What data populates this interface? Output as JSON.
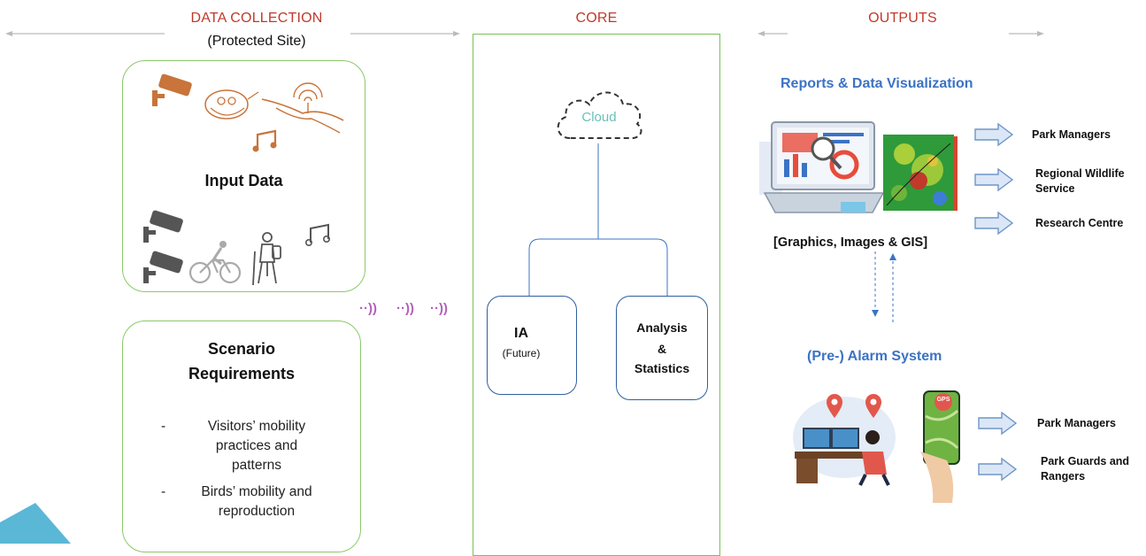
{
  "sections": {
    "data_collection": "DATA COLLECTION",
    "protected_site": "(Protected Site)",
    "core": "CORE",
    "outputs": "OUTPUTS"
  },
  "input_box": {
    "title": "Input Data"
  },
  "scenario": {
    "title_line1": "Scenario",
    "title_line2": "Requirements",
    "items": [
      {
        "dash": "-",
        "lines": [
          "Visitors’ mobility",
          "practices and",
          "patterns"
        ]
      },
      {
        "dash": "-",
        "lines": [
          "Birds’ mobility and",
          "reproduction"
        ]
      }
    ]
  },
  "wifi_signal": "··))",
  "core": {
    "cloud": "Cloud",
    "ia": {
      "title": "IA",
      "subtitle": "(Future)"
    },
    "analysis": {
      "line1": "Analysis",
      "line2": "&",
      "line3": "Statistics"
    }
  },
  "reports": {
    "title": "Reports & Data Visualization",
    "caption": "[Graphics, Images & GIS]",
    "targets": [
      "Park Managers",
      "Regional Wildlife Service",
      "Research Centre"
    ]
  },
  "alarm": {
    "title": "(Pre-) Alarm System",
    "gps_label": "GPS",
    "targets": [
      "Park Managers",
      "Park Guards and Rangers"
    ]
  },
  "colors": {
    "header_red": "#c0392b",
    "green_border": "#8bc96a",
    "blue_border": "#2f5f9e",
    "blue_title": "#3b73c4",
    "icon_orange": "#c8743a",
    "icon_gray": "#777777",
    "wifi_purple": "#b35fb8",
    "arrow_blue": "#9bb8df"
  },
  "icons": [
    "camera-icon",
    "bird-icon",
    "music-note-icon",
    "cyclist-icon",
    "hiker-icon",
    "cloud-icon",
    "laptop-icon",
    "map-icon",
    "location-pin-icon",
    "phone-gps-icon",
    "operator-icon",
    "arrow-right-icon",
    "wifi-signal-icon"
  ]
}
